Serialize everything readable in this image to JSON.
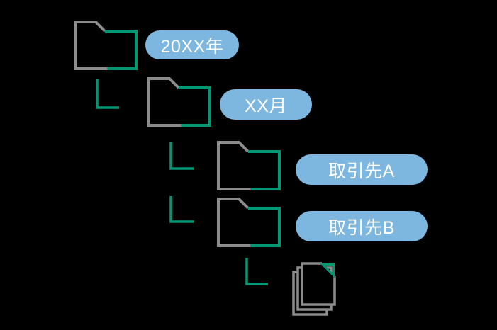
{
  "diagram": {
    "description_icons": [
      "folder-icon",
      "folder-icon",
      "folder-icon",
      "folder-icon",
      "document-stack-icon"
    ],
    "nodes": [
      {
        "level": 1,
        "icon": "folder",
        "label": "20XX年"
      },
      {
        "level": 2,
        "icon": "folder",
        "label": "XX月"
      },
      {
        "level": 3,
        "icon": "folder",
        "label": "取引先A"
      },
      {
        "level": 3,
        "icon": "folder",
        "label": "取引先B"
      },
      {
        "level": 4,
        "icon": "document-stack",
        "label": ""
      }
    ],
    "colors": {
      "background": "#000000",
      "folder_outline_gray": "#8C8C8C",
      "accent_green": "#009874",
      "label_pill_blue": "#7DB6DE",
      "label_text": "#FFFFFF"
    }
  }
}
